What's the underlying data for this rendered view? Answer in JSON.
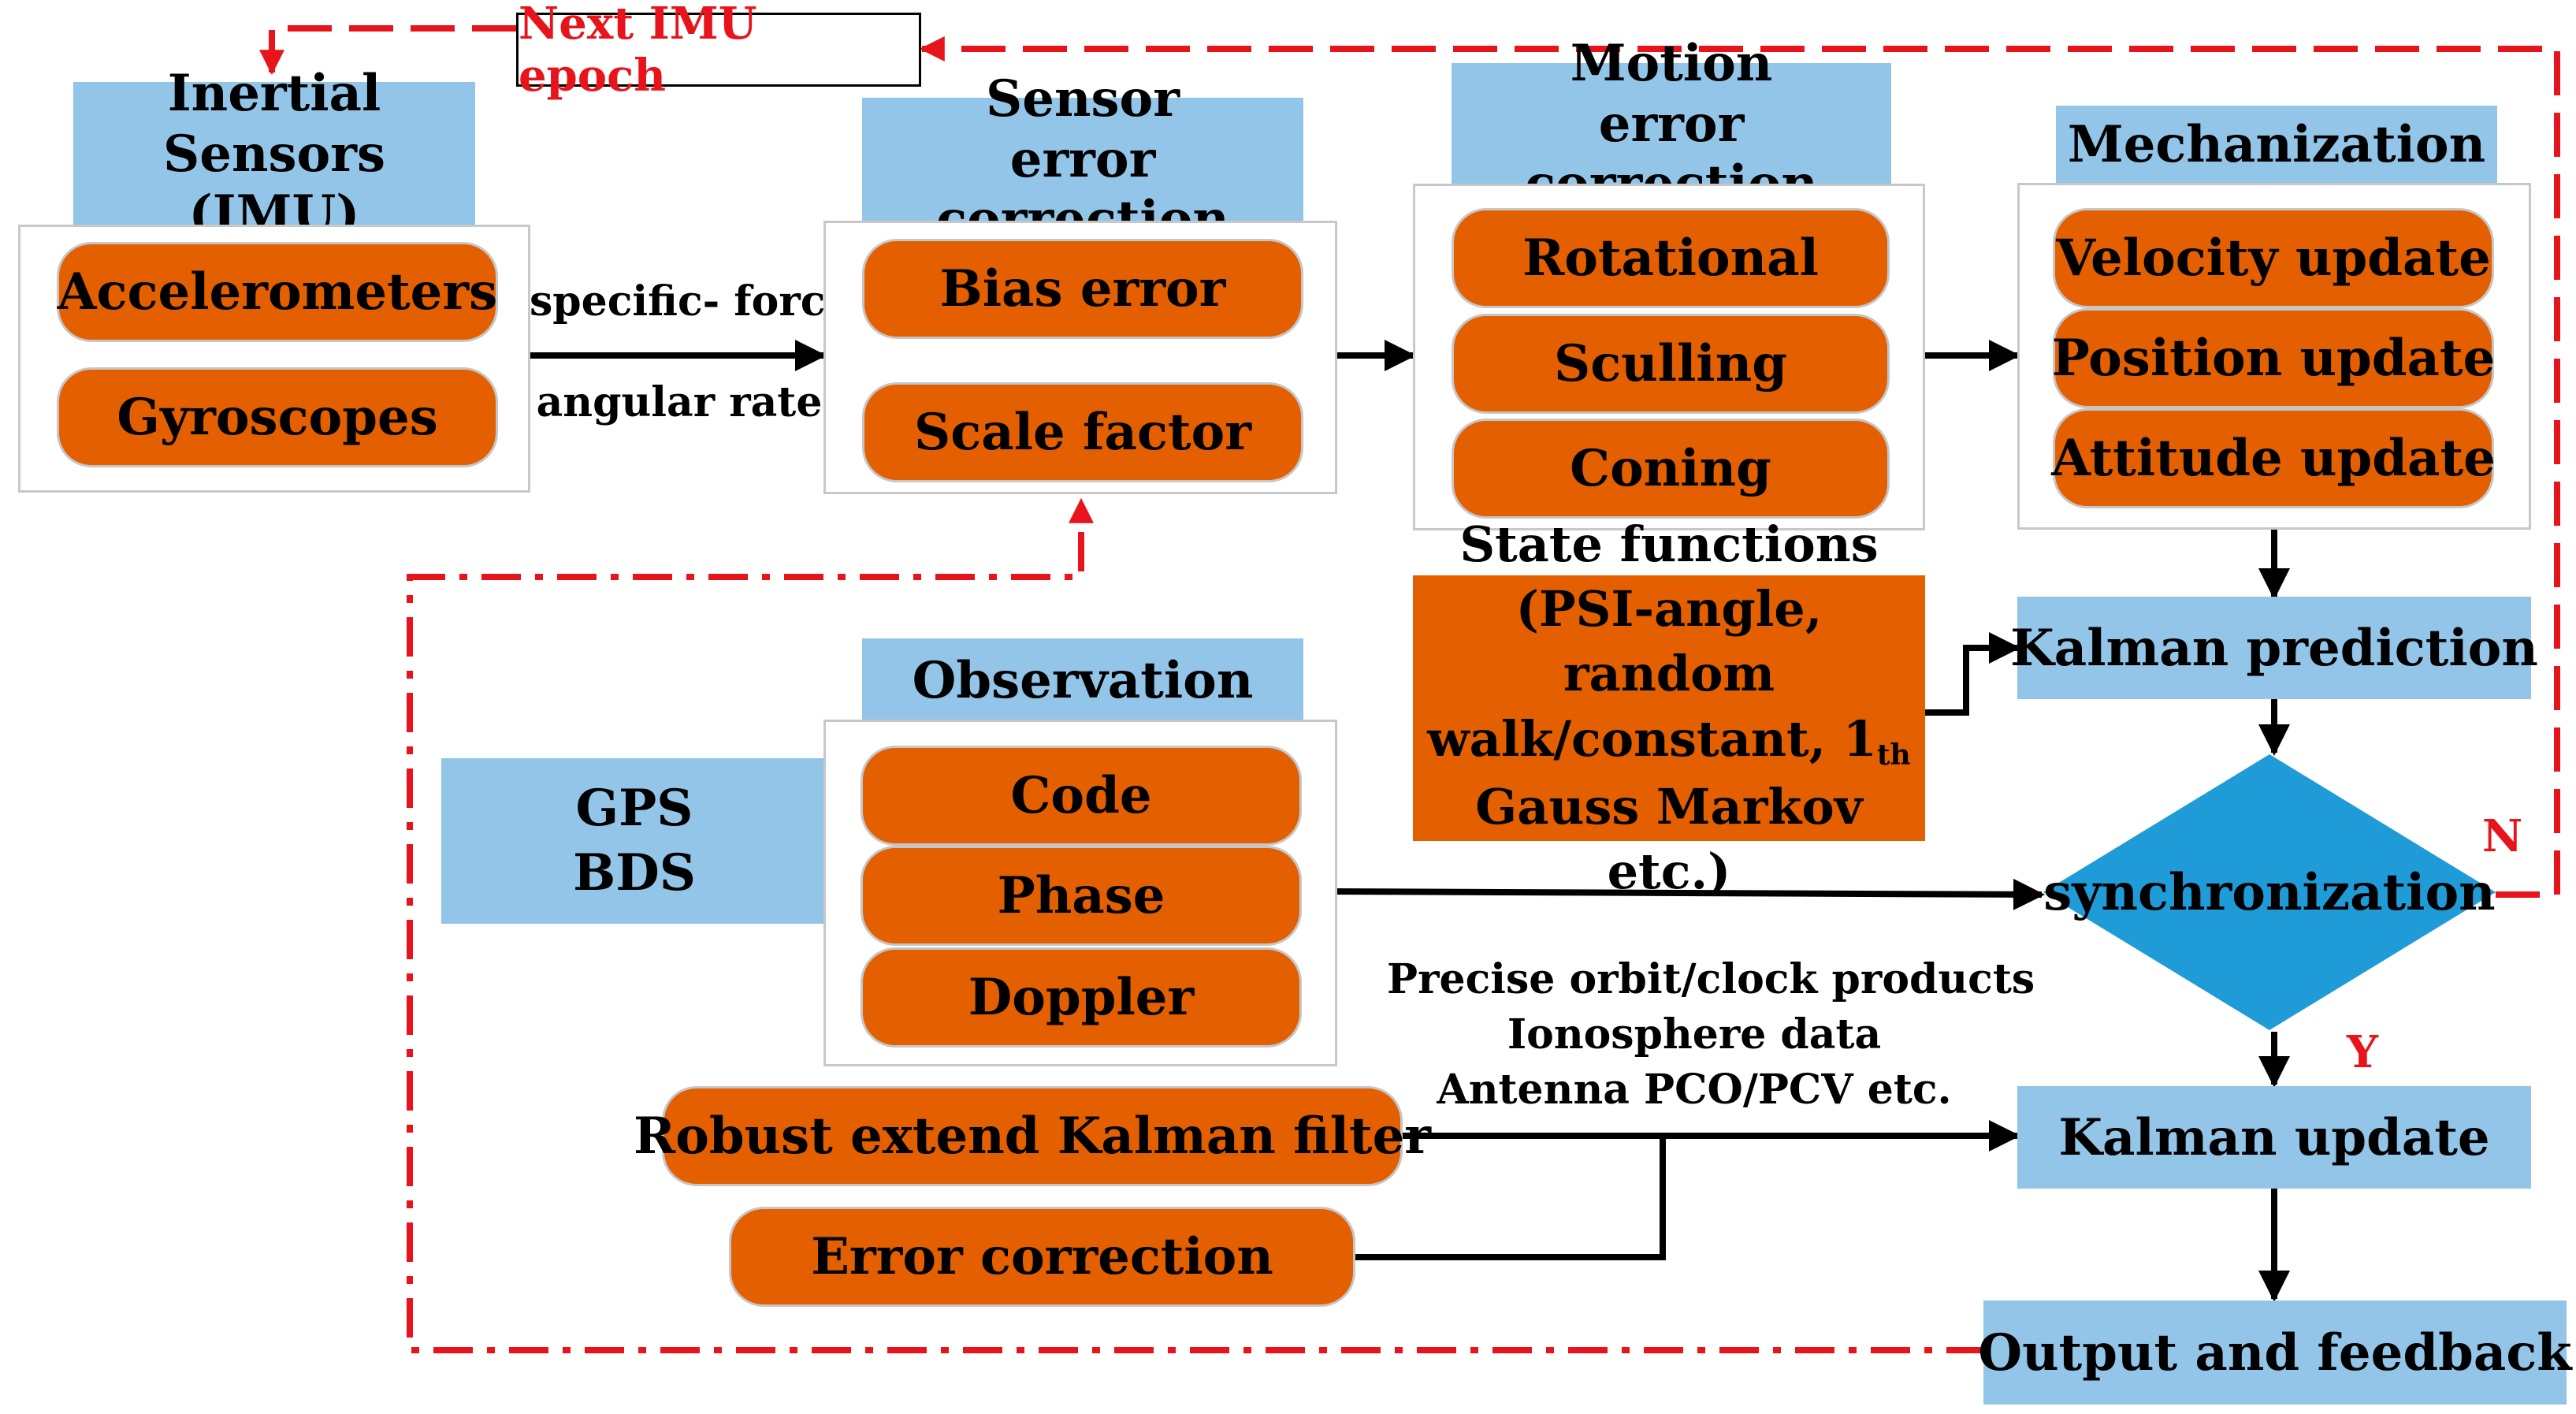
{
  "loop": {
    "next_epoch": "Next IMU epoch"
  },
  "imu": {
    "title": "Inertial Sensors (IMU)",
    "items": [
      "Accelerometers",
      "Gyroscopes"
    ]
  },
  "imu_out": {
    "line1": "specific- force",
    "line2": "angular rate"
  },
  "sensor_error": {
    "title": "Sensor error correction",
    "items": [
      "Bias error",
      "Scale factor"
    ]
  },
  "motion_error": {
    "title": "Motion error correction",
    "items": [
      "Rotational",
      "Sculling",
      "Coning"
    ]
  },
  "mechanization": {
    "title": "Mechanization",
    "items": [
      "Velocity update",
      "Position update",
      "Attitude update"
    ]
  },
  "state_functions": {
    "line1": "State functions",
    "line2": "(PSI-angle, random",
    "line3": "walk/constant, 1",
    "line3_sup": "th",
    "line4": "Gauss Markov etc.)"
  },
  "kalman_prediction": "Kalman prediction",
  "observation": {
    "title": "Observation",
    "items": [
      "Code",
      "Phase",
      "Doppler"
    ]
  },
  "gnss": {
    "line1": "GPS",
    "line2": "BDS"
  },
  "synchronization": {
    "label": "synchronization",
    "no": "N",
    "yes": "Y"
  },
  "products": {
    "line1": "Precise orbit/clock products",
    "line2": "Ionosphere data",
    "line3": "Antenna PCO/PCV etc."
  },
  "robust_ekf": "Robust extend Kalman filter",
  "error_correction": "Error correction",
  "kalman_update": "Kalman update",
  "output_feedback": "Output and feedback",
  "colors": {
    "header_blue": "#92c5e8",
    "pill_orange": "#e35f00",
    "diamond_blue": "#1f9bd7",
    "feedback_red": "#e8141c"
  }
}
